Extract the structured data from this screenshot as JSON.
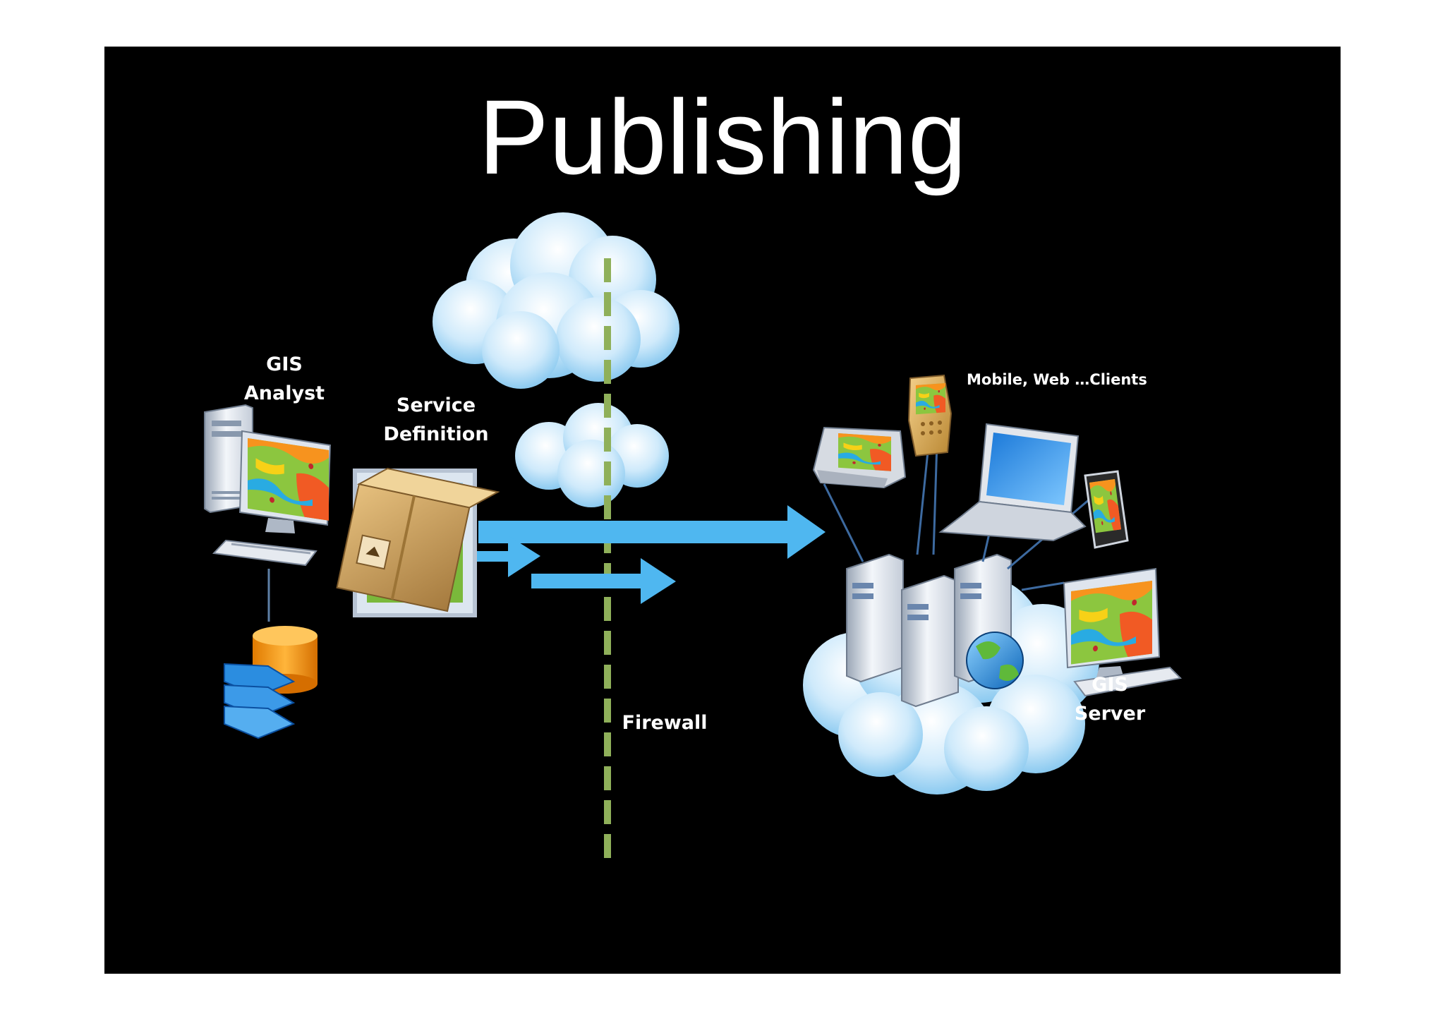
{
  "slide": {
    "title": "Publishing",
    "labels": {
      "gis_analyst": "GIS\nAnalyst",
      "service_definition": "Service\nDefinition",
      "clients": "Mobile, Web …Clients",
      "firewall": "Firewall",
      "gis_server": "GIS\nServer"
    }
  },
  "colors": {
    "background": "#000000",
    "arrow": "#4fb7f0",
    "firewall_line": "#8fb05a",
    "cloud": "#bfe3f8",
    "text": "#ffffff"
  },
  "icons": {
    "analyst_computer": "desktop-computer-icon",
    "database": "database-icon",
    "layers": "layers-icon",
    "service_definition_package": "package-box-icon",
    "cloud": "cloud-icon",
    "server": "server-cluster-icon",
    "globe": "globe-icon",
    "pda": "pda-device-icon",
    "phone": "mobile-phone-icon",
    "laptop": "laptop-icon",
    "tablet": "tablet-icon",
    "desktop_client": "desktop-monitor-icon"
  }
}
